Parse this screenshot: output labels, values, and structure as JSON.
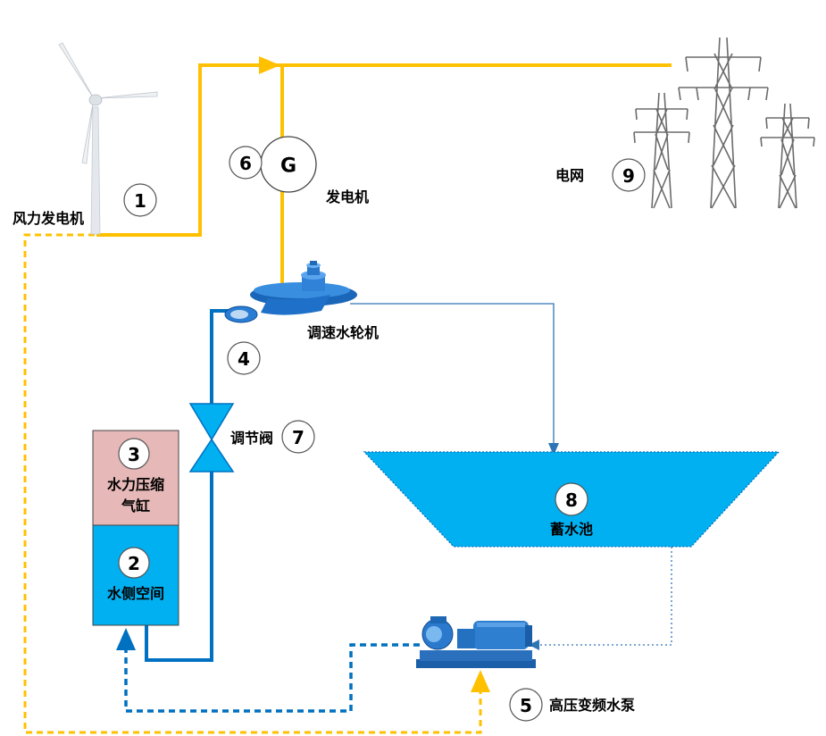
{
  "labels": {
    "wind_turbine": "风力发电机",
    "generator": "发电机",
    "generator_symbol": "G",
    "grid": "电网",
    "turbine": "调速水轮机",
    "valve": "调节阀",
    "air_cylinder_line1": "水力压缩",
    "air_cylinder_line2": "气缸",
    "water_space": "水侧空间",
    "reservoir": "蓄水池",
    "pump": "高压变频水泵"
  },
  "numbers": {
    "wind_turbine": "1",
    "water_space": "2",
    "air_cylinder": "3",
    "turbine": "4",
    "pump": "5",
    "generator": "6",
    "valve": "7",
    "reservoir": "8",
    "grid": "9"
  },
  "colors": {
    "power_line": "#FFC000",
    "water_pipe": "#0070C0",
    "thin_pipe": "#2E75B6",
    "water_fill": "#00B0F0",
    "air_fill": "#E6B8B7",
    "tower": "#6b6b6b"
  }
}
